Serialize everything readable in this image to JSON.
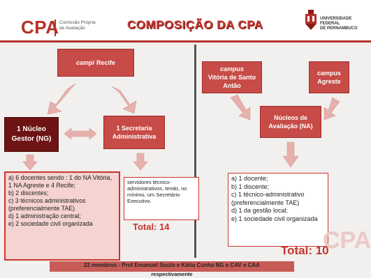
{
  "header": {
    "logo_text": "CPA",
    "logo_sub": "Comissão Própria\nde Avaliação",
    "title": "COMPOSIÇÃO DA CPA",
    "ufpe_text": "UNIVERSIDADE\nFEDERAL\nDE PERNAMBUCO"
  },
  "left": {
    "recife_italic": "campi",
    "recife_rest": "Recife",
    "nucleo": "1 Núcleo Gestor (NG)",
    "secretaria": "1 Secretaria Administrativa",
    "members": "a) 6 docentes sendo : 1 do NA Vitória, 1 NA Agreste e 4 Recife;\nb) 2 discentes;\nc) 3 técnicos administrativos (preferencialmente TAE)\nd) 1 administração central;\ne) 2 sociedade civil organizada",
    "secretaria_members": "servidores técnico-administrativos, tendo, no mínimo, um Secretário Executivo.",
    "total": "Total: 14"
  },
  "right": {
    "vitoria_italic": "campus",
    "vitoria_rest": "Vitória de Santo Antão",
    "agreste": "campus Agreste",
    "nucleos": "Núcleos de Avaliação (NA)",
    "members": "a) 1  docente;\nb) 1  discente;\nc) 1  técnico-administrativo (preferencialmente TAE)\nd) 1 da gestão local;\ne) 1 sociedade civil organizada",
    "total": "Total: 10"
  },
  "watermark": "CPA",
  "footer": {
    "line1": "22 membros - Prof Emanuel  Souto e Kátia Cunha NG e CAV e CAA",
    "line2": "respectivamente"
  },
  "colors": {
    "accent": "#c8352e",
    "box_fill": "#c74b46",
    "dark_box": "#6e1313",
    "arrow": "#e6b1ad",
    "panel_pink": "#f4d3d1"
  }
}
